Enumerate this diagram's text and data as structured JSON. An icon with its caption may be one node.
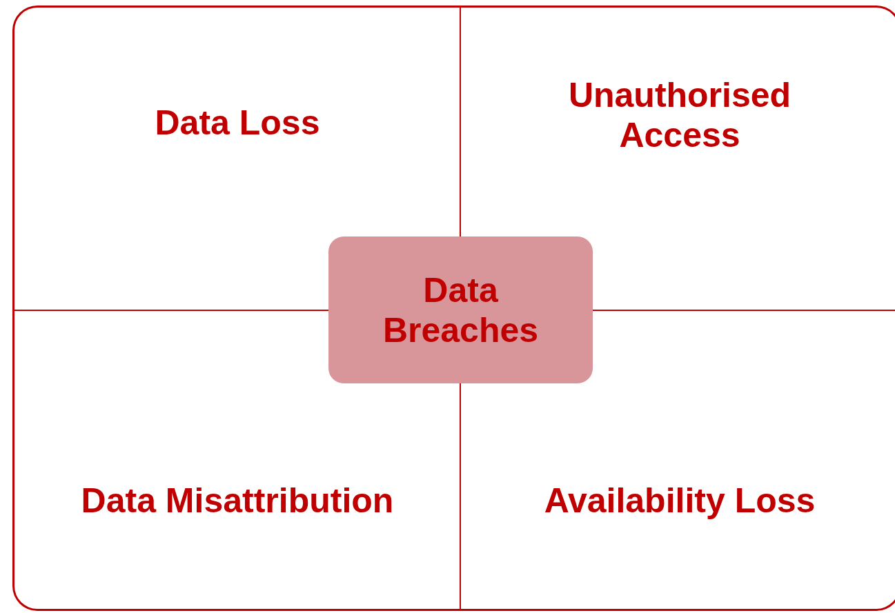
{
  "diagram": {
    "nodes": [
      {
        "text": [
          "Data Loss"
        ]
      },
      {
        "text": [
          "Unauthorised Access"
        ]
      },
      {
        "text": [
          "Data Breaches"
        ]
      },
      {
        "text": [
          "Data Misattribution"
        ]
      },
      {
        "text": [
          "Availability Loss"
        ]
      }
    ]
  }
}
